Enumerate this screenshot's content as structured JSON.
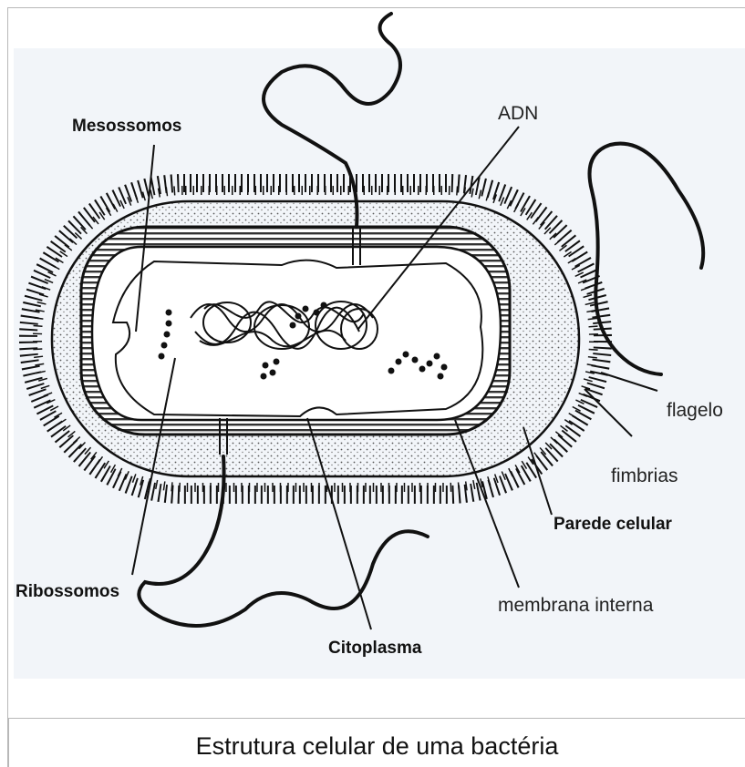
{
  "diagram": {
    "labels": {
      "mesossomos": "Mesossomos",
      "adn": "ADN",
      "flagelo": "flagelo",
      "fimbrias": "fimbrias",
      "parede_celular": "Parede celular",
      "ribossomos": "Ribossomos",
      "membrana_interna": "membrana interna",
      "citoplasma": "Citoplasma"
    }
  },
  "caption": "Estrutura celular de uma bactéria"
}
